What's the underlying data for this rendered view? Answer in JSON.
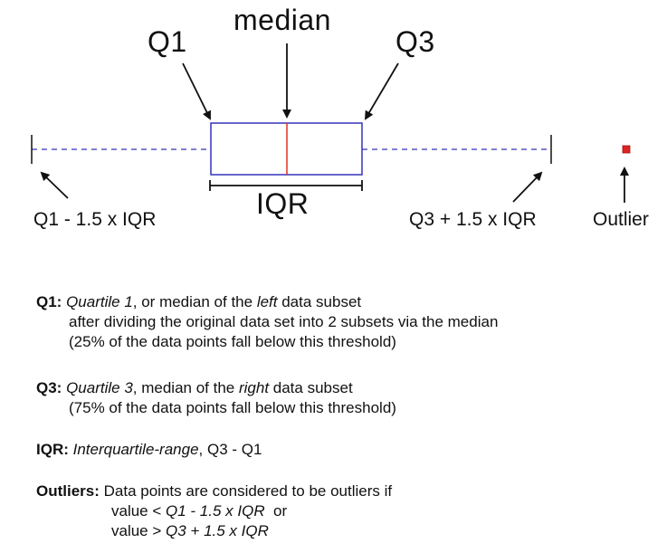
{
  "labels": {
    "q1": "Q1",
    "median": "median",
    "q3": "Q3",
    "iqr": "IQR",
    "lower_fence": "Q1 - 1.5 x IQR",
    "upper_fence": "Q3 + 1.5 x IQR",
    "outlier": "Outlier"
  },
  "colors": {
    "box": "#3333bb",
    "median_line": "#dd3322",
    "whisker": "#3333bb",
    "outlier_point": "#dd2222",
    "arrow": "#111111"
  },
  "definitions": {
    "q1": {
      "term": "Q1:",
      "line1_em": "Quartile 1",
      "line1_mid": ", or median of the ",
      "line1_em2": "left",
      "line1_end": " data subset",
      "line2": "after dividing the original data set into 2 subsets via the median",
      "line3": "(25% of the data points fall below this threshold)"
    },
    "q3": {
      "term": "Q3:",
      "line1_em": "Quartile 3",
      "line1_mid": ", median of the ",
      "line1_em2": "right",
      "line1_end": " data subset",
      "line2": "(75% of the data points fall below this threshold)"
    },
    "iqr": {
      "term": "IQR:",
      "em": "Interquartile-range",
      "rest": ", Q3 - Q1"
    },
    "outliers": {
      "term": "Outliers:",
      "line1": "Data points are considered to be outliers if",
      "line2_prefix": "value < ",
      "line2_em": "Q1 - 1.5 x IQR",
      "line2_suffix": "  or",
      "line3_prefix": "value > ",
      "line3_em": "Q3 + 1.5 x IQR"
    }
  }
}
